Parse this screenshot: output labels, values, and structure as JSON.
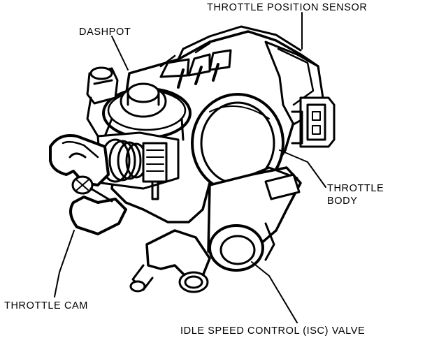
{
  "diagram": {
    "labels": {
      "throttle_position_sensor": "THROTTLE POSITION SENSOR",
      "dashpot": "DASHPOT",
      "throttle_body_line1": "THROTTLE",
      "throttle_body_line2": "BODY",
      "throttle_cam": "THROTTLE CAM",
      "isc_valve": "IDLE SPEED CONTROL (ISC) VALVE"
    },
    "colors": {
      "ink": "#000000",
      "paper": "#ffffff"
    }
  }
}
